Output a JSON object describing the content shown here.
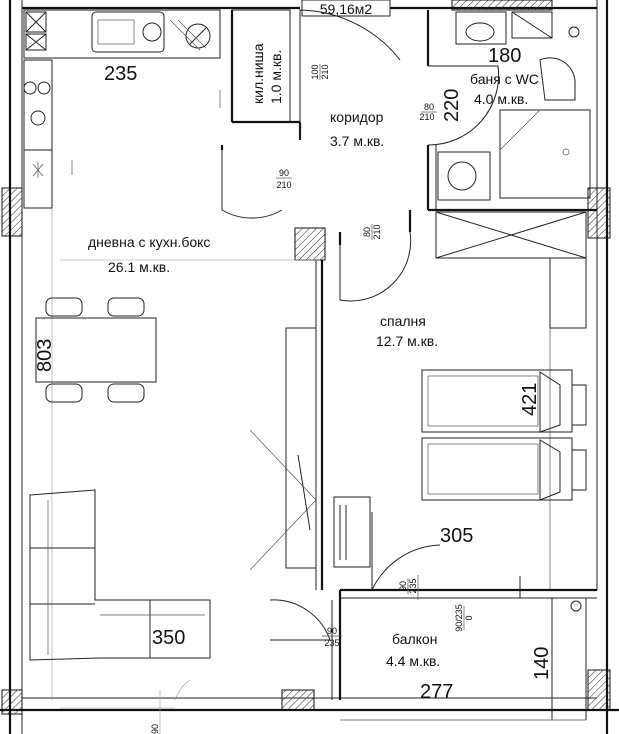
{
  "plan": {
    "total_area": "59,16м2",
    "rooms": {
      "living": {
        "name": "дневна с кухн.бокс",
        "area": "26.1 м.кв."
      },
      "closet": {
        "name": "кил.ниша",
        "area": "1.0 м.кв."
      },
      "corridor": {
        "name": "коридор",
        "area": "3.7 м.кв."
      },
      "bath": {
        "name": "баня с WC",
        "area": "4.0 м.кв."
      },
      "bedroom": {
        "name": "спалня",
        "area": "12.7 м.кв."
      },
      "balcony": {
        "name": "балкон",
        "area": "4.4 м.кв."
      }
    },
    "dimensions": {
      "kitchen_width": "235",
      "living_height": "803",
      "living_width": "350",
      "bath_width": "180",
      "bath_height": "220",
      "bedroom_height": "421",
      "bedroom_width": "305",
      "balcony_width": "277",
      "balcony_height": "140"
    },
    "doors": {
      "closet_w": "100",
      "closet_h": "210",
      "bath_w": "80",
      "bath_h": "210",
      "living_w": "90",
      "living_h": "210",
      "bedroom_w": "80",
      "bedroom_h": "210",
      "balcony_bed_w": "90",
      "balcony_bed_h": "235",
      "balcony_liv_w": "90",
      "balcony_liv_h": "235",
      "balcony_window_w": "90/235",
      "balcony_window_h": "0",
      "bottom_mark": "90"
    }
  }
}
